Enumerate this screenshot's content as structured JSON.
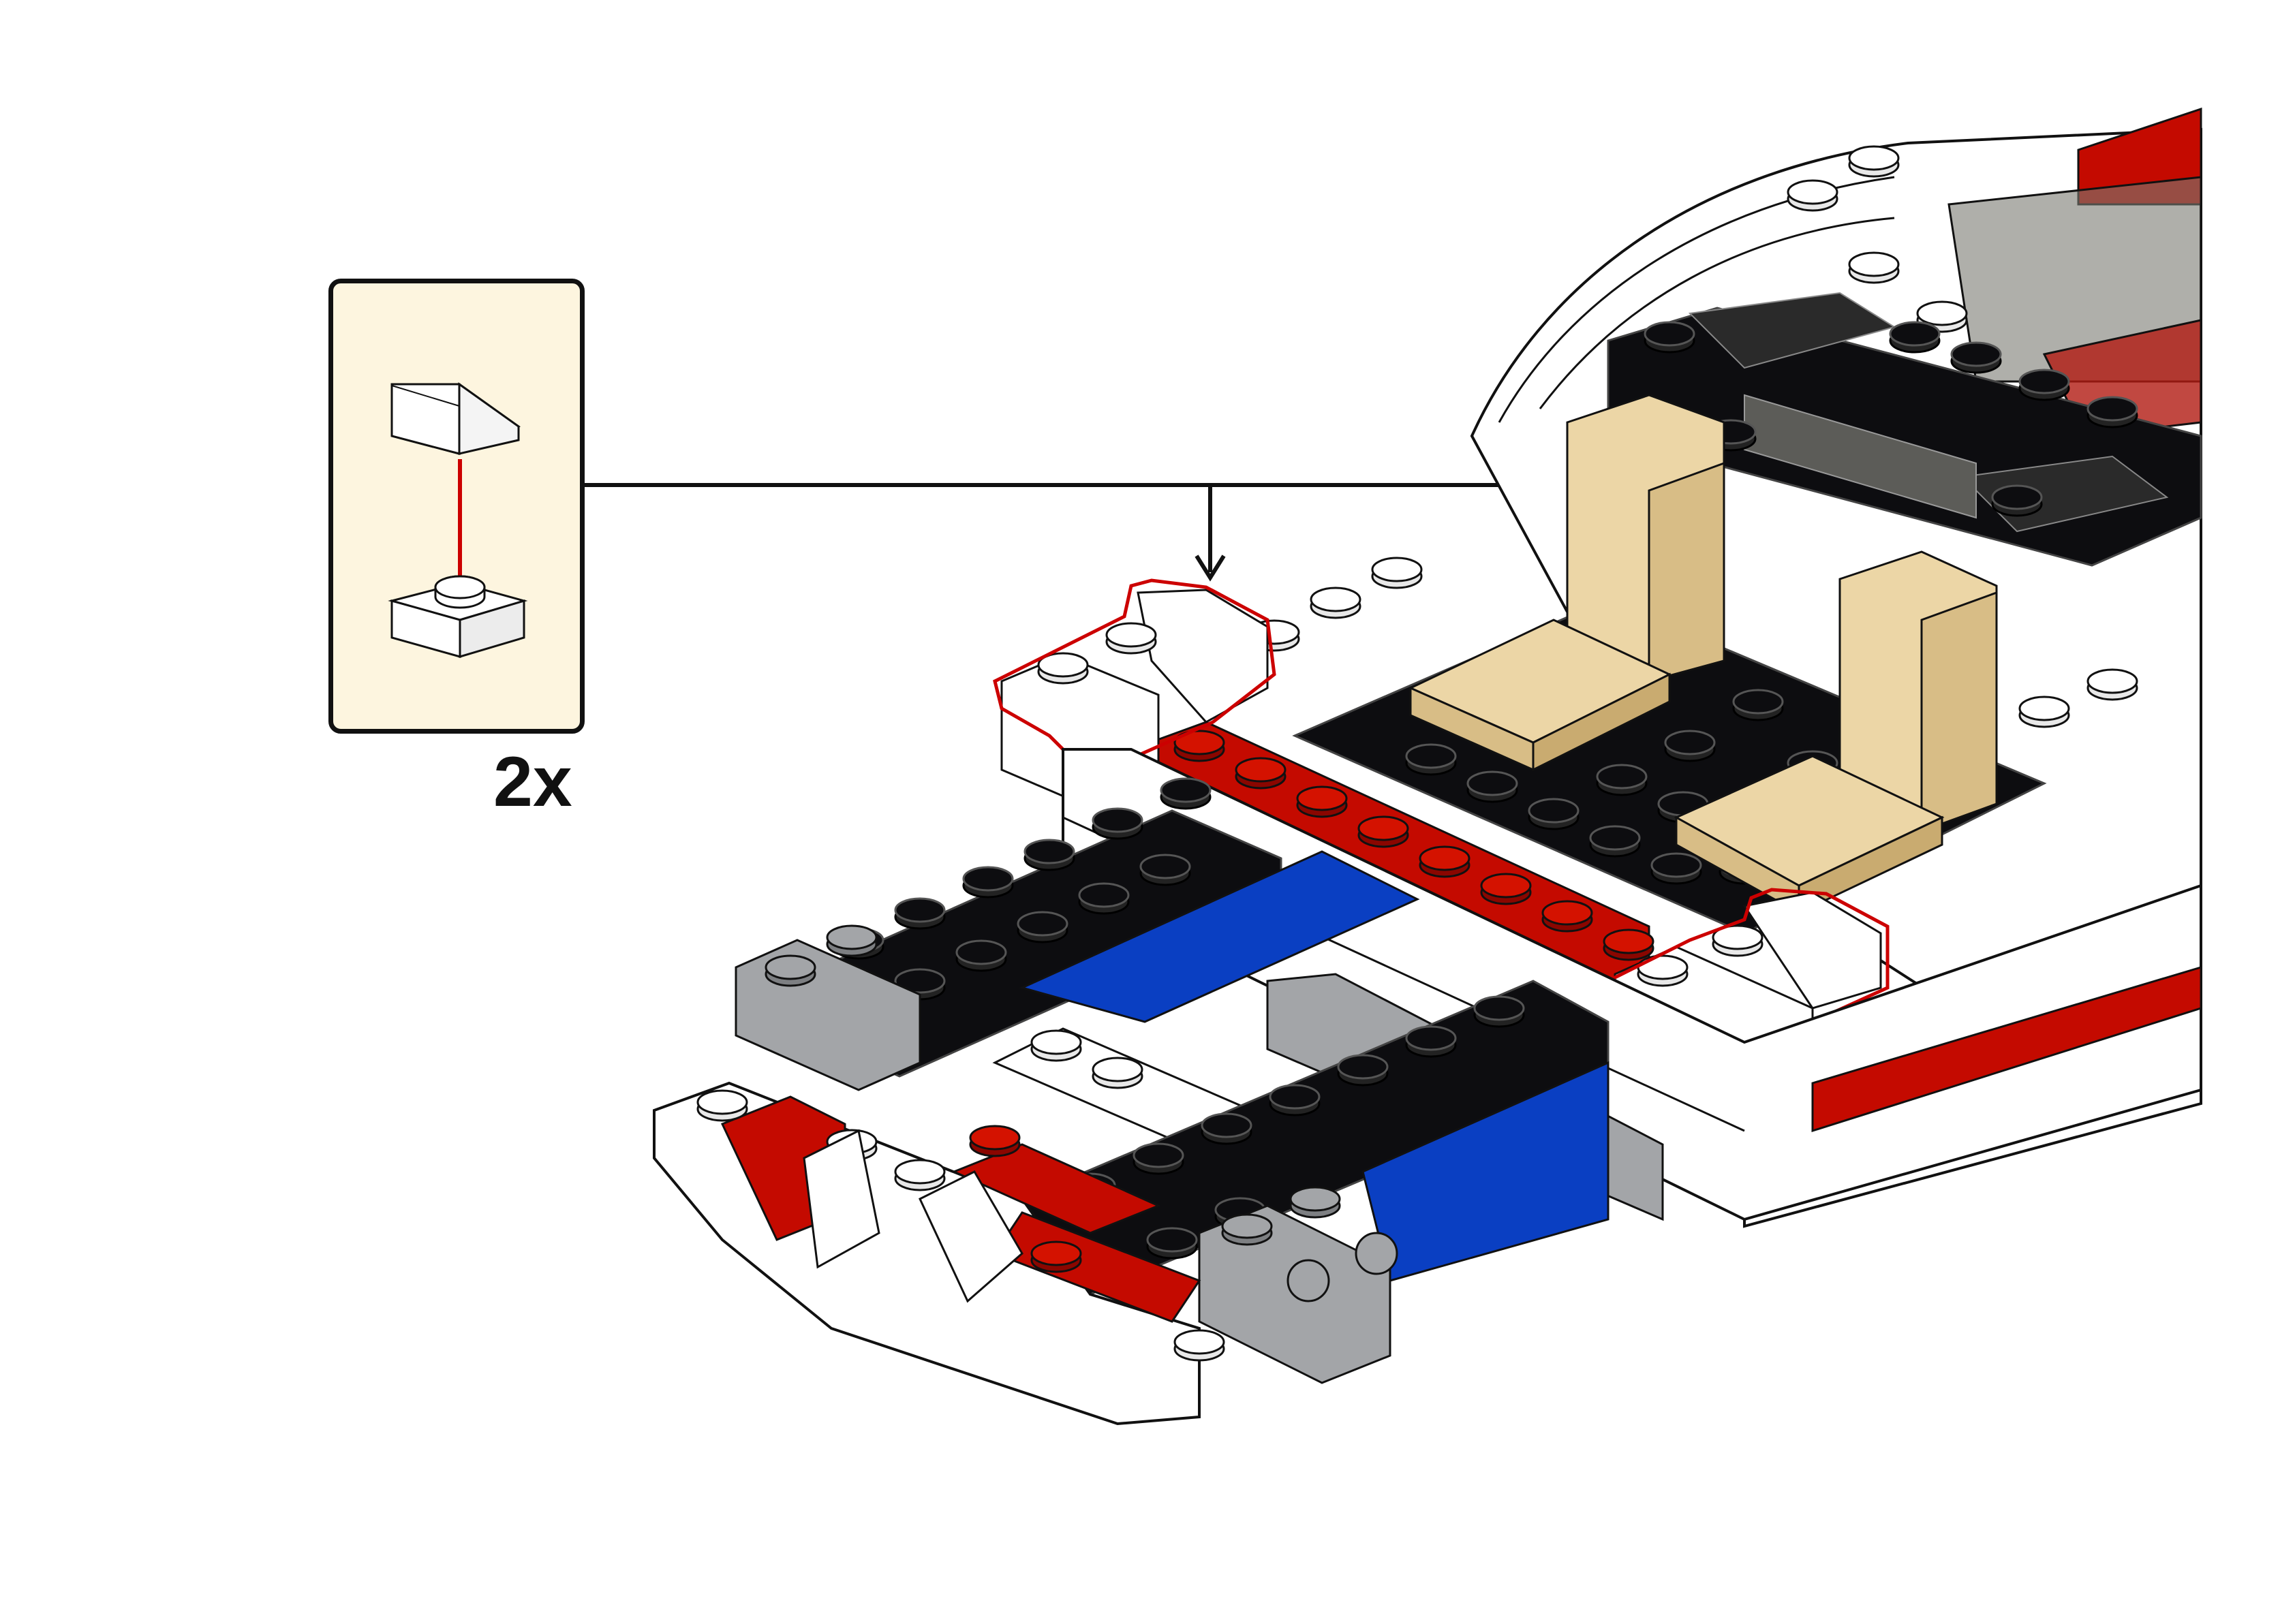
{
  "step": {
    "quantity_label": "2x",
    "parts": [
      {
        "name": "slope-1x2",
        "color": "#ffffff"
      },
      {
        "name": "plate-1x1",
        "color": "#ffffff"
      }
    ],
    "callout_background": "#fdf5df",
    "highlight_color": "#cc0000"
  },
  "model_colors": {
    "white": "#ffffff",
    "black": "#0d0d10",
    "red": "#c40a00",
    "blue": "#0a3fc2",
    "grey": "#a3a5a8",
    "tan": "#ecd6a6"
  }
}
